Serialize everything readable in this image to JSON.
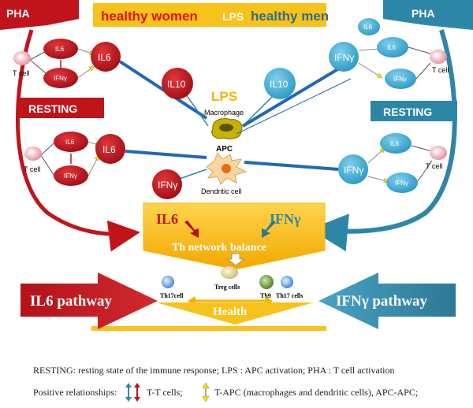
{
  "header": {
    "healthy_women": "healthy women",
    "lps": "LPS",
    "healthy_men": "healthy men"
  },
  "left": {
    "pha": "PHA",
    "resting": "RESTING",
    "t_cell": "T cell",
    "il6": "IL6",
    "ifng": "IFNγ",
    "il10": "IL10",
    "ifng_big": "IFNγ"
  },
  "right": {
    "pha": "PHA",
    "resting": "RESTING",
    "t_cell": "T cell",
    "il6": "IL6",
    "ifng": "IFNγ",
    "il10": "IL10"
  },
  "center": {
    "lps": "LPS",
    "macrophage": "Macrophage",
    "apc": "APC",
    "dendritic_cell": "Dendritic cell"
  },
  "balance": {
    "il6": "IL6",
    "ifng": "IFNγ",
    "title": "Th network balance"
  },
  "cells": {
    "th17_left": "Th17cell",
    "treg": "Treg cells",
    "th9": "Th9",
    "th17_right": "Th17 cells"
  },
  "pathways": {
    "il6": "IL6 pathway",
    "ifng": "IFNγ pathway",
    "health": "Health"
  },
  "footer": {
    "legend_line": "RESTING: resting state of the immune response; LPS : APC activation; PHA : T cell activation",
    "positive_label": "Positive relationships:",
    "tt_cells": "T-T cells;",
    "t_apc": "T-APC (macrophages and dendritic cells), APC-APC;"
  },
  "colors": {
    "red": "#c0141b",
    "teal": "#2e86a6",
    "light_blue": "#41b3d8",
    "gold": "#f5b400",
    "yellow_box": "#f7c21a"
  }
}
